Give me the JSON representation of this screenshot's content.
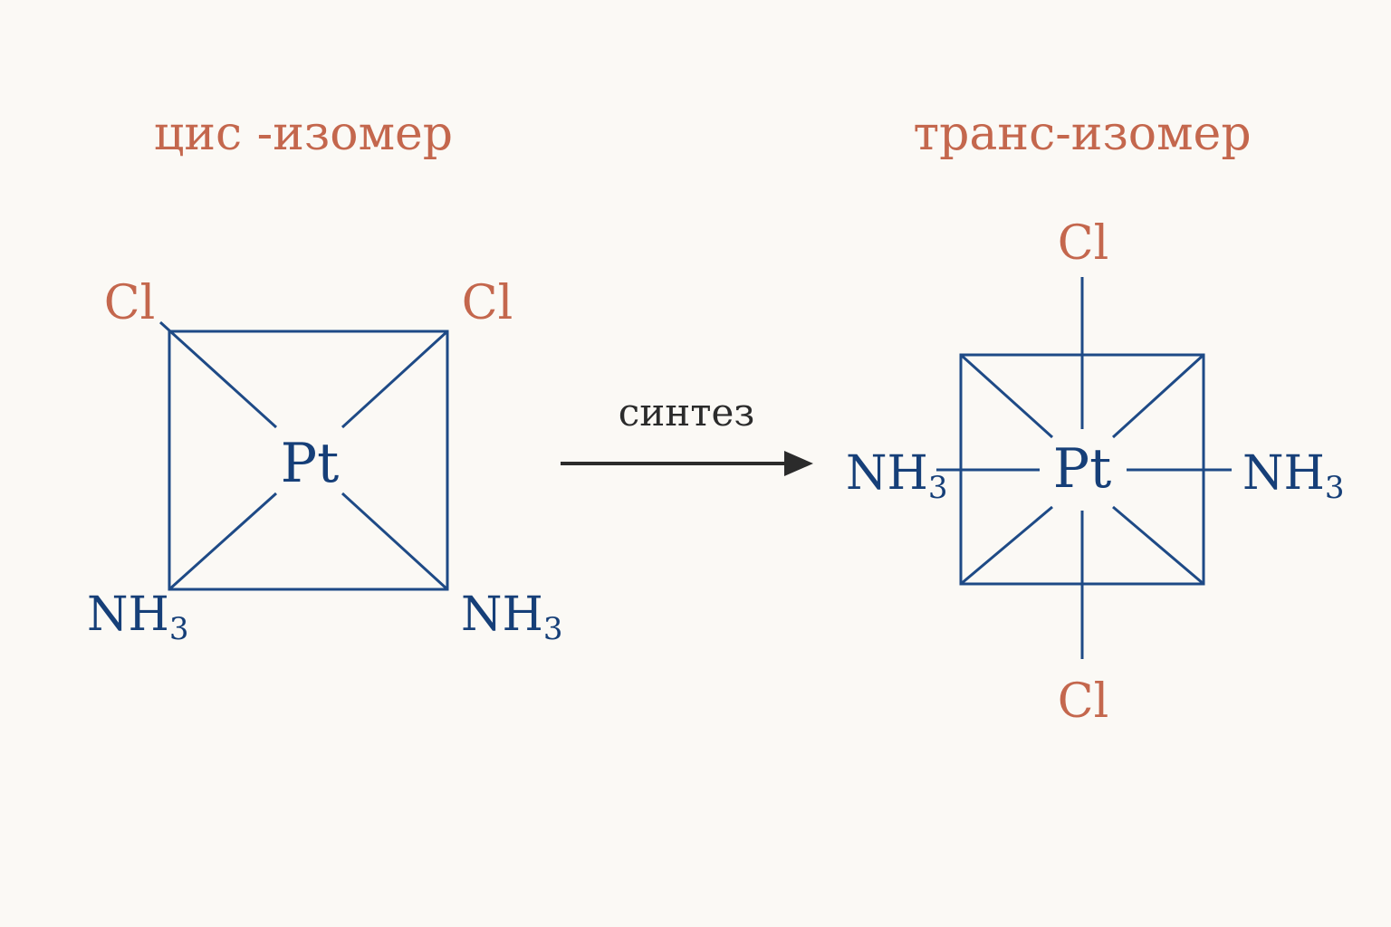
{
  "cis": {
    "title": "цис -изомер",
    "metal": "Pt",
    "ligand_cl": "Cl",
    "ligand_nh": "NH",
    "ligand_nh_sub": "3"
  },
  "trans": {
    "title": "транс-изомер",
    "metal": "Pt",
    "ligand_cl": "Cl",
    "ligand_nh": "NH",
    "ligand_nh_sub": "3"
  },
  "reaction": {
    "label": "синтез"
  },
  "colors": {
    "title": "#c4674d",
    "chlorine": "#c4674d",
    "bonds_and_atoms": "#1e4a86",
    "arrow": "#2b2b2b",
    "background": "#fbf9f5"
  }
}
